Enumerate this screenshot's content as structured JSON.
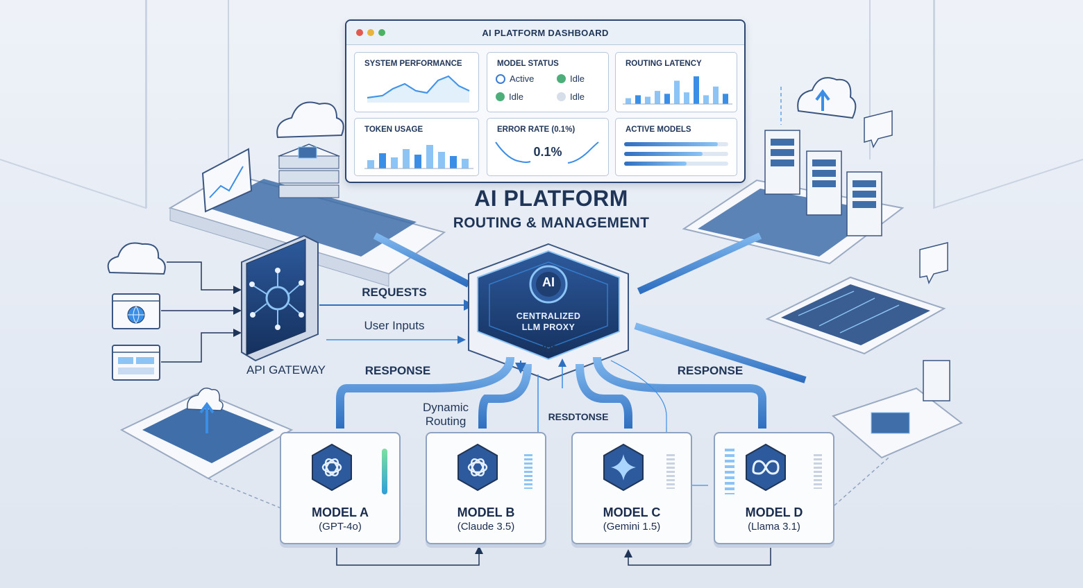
{
  "dashboard": {
    "title": "AI PLATFORM DASHBOARD",
    "panels": {
      "system_performance": "SYSTEM PERFORMANCE",
      "model_status": "MODEL STATUS",
      "routing_latency": "ROUTING LATENCY",
      "token_usage": "TOKEN USAGE",
      "error_rate": "ERROR RATE (0.1%)",
      "active_models": "ACTIVE MODELS"
    },
    "model_status_items": [
      {
        "label": "Active",
        "color": "#3a7bd5"
      },
      {
        "label": "Idle",
        "color": "#4caf7a"
      },
      {
        "label": "Idle",
        "color": "#4caf7a"
      },
      {
        "label": "Idle",
        "color": "#d6dee9"
      }
    ],
    "error_rate_value": "0.1%",
    "token_usage_bars": [
      0.3,
      0.55,
      0.4,
      0.7,
      0.5,
      0.85,
      0.6,
      0.45,
      0.35
    ],
    "routing_latency_bars": [
      0.2,
      0.3,
      0.25,
      0.45,
      0.35,
      0.8,
      0.4,
      0.95,
      0.3,
      0.6,
      0.35
    ],
    "active_models_levels": [
      0.9,
      0.75,
      0.6
    ]
  },
  "title": {
    "main": "AI PLATFORM",
    "sub": "ROUTING & MANAGEMENT"
  },
  "hub": {
    "icon_text": "AI",
    "line1": "CENTRALIZED",
    "line2": "LLM PROXY",
    "line3": "HUB"
  },
  "gateway": {
    "label": "API GATEWAY"
  },
  "flow_labels": {
    "requests": "REQUESTS",
    "user_inputs": "User Inputs",
    "response_left": "RESPONSE",
    "response_right": "RESPONSE",
    "dynamic_routing": "Dynamic Routing",
    "resptonse": "RESDTONSE"
  },
  "models": [
    {
      "name": "MODEL A",
      "version": "(GPT-4o)",
      "icon": "openai-knot-icon"
    },
    {
      "name": "MODEL B",
      "version": "(Claude 3.5)",
      "icon": "openai-knot-icon"
    },
    {
      "name": "MODEL C",
      "version": "(Gemini 1.5)",
      "icon": "gemini-sparkle-icon"
    },
    {
      "name": "MODEL D",
      "version": "(Llama 3.1)",
      "icon": "meta-infinity-icon"
    }
  ],
  "colors": {
    "navy": "#1f3558",
    "accent": "#3a8ee6",
    "light_accent": "#8cc4f5",
    "platform": "#f4f7fb"
  }
}
